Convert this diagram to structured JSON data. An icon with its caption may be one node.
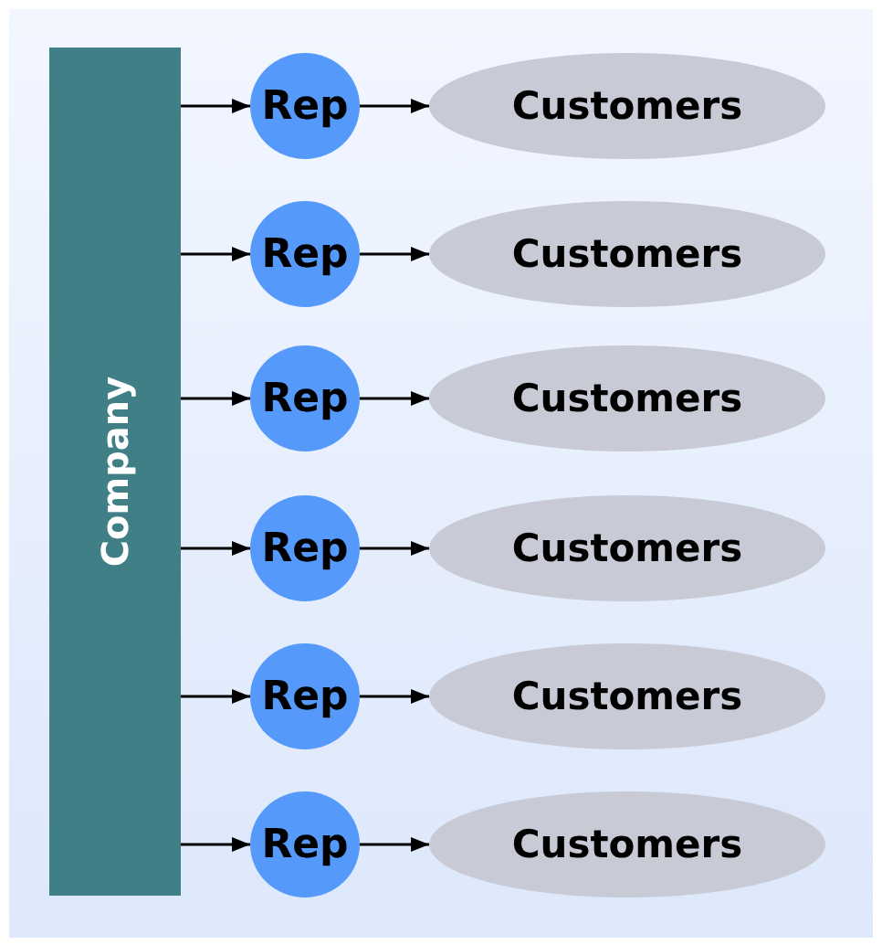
{
  "diagram": {
    "nodes": [
      {
        "text": [
          "Company"
        ]
      },
      {
        "text": [
          "Rep"
        ]
      },
      {
        "text": [
          "Customers"
        ]
      },
      {
        "text": [
          "Rep"
        ]
      },
      {
        "text": [
          "Customers"
        ]
      },
      {
        "text": [
          "Rep"
        ]
      },
      {
        "text": [
          "Customers"
        ]
      },
      {
        "text": [
          "Rep"
        ]
      },
      {
        "text": [
          "Customers"
        ]
      },
      {
        "text": [
          "Rep"
        ]
      },
      {
        "text": [
          "Customers"
        ]
      },
      {
        "text": [
          "Rep"
        ]
      },
      {
        "text": [
          "Customers"
        ]
      }
    ],
    "edges": [
      {
        "from": 0,
        "to": 1,
        "arrow": "to"
      },
      {
        "from": 1,
        "to": 2,
        "arrow": "to"
      },
      {
        "from": 0,
        "to": 3,
        "arrow": "to"
      },
      {
        "from": 3,
        "to": 4,
        "arrow": "to"
      },
      {
        "from": 0,
        "to": 5,
        "arrow": "to"
      },
      {
        "from": 5,
        "to": 6,
        "arrow": "to"
      },
      {
        "from": 0,
        "to": 7,
        "arrow": "to"
      },
      {
        "from": 7,
        "to": 8,
        "arrow": "to"
      },
      {
        "from": 0,
        "to": 9,
        "arrow": "to"
      },
      {
        "from": 9,
        "to": 10,
        "arrow": "to"
      },
      {
        "from": 0,
        "to": 11,
        "arrow": "to"
      },
      {
        "from": 11,
        "to": 12,
        "arrow": "to"
      }
    ]
  }
}
